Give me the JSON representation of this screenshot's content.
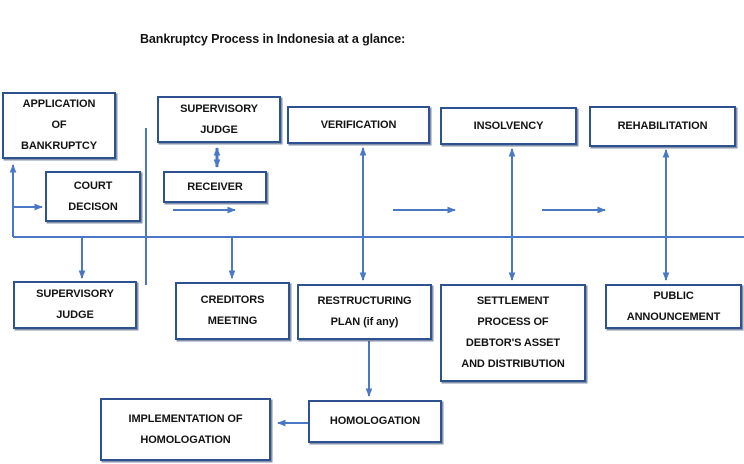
{
  "title": "Bankruptcy Process in Indonesia at a glance:",
  "colors": {
    "box_border": "#2e5190",
    "connector": "#4a78c6",
    "text": "#131313"
  },
  "diagram": {
    "boxes": [
      {
        "id": "application-of-bankruptcy",
        "label": "APPLICATION\nOF\nBANKRUPTCY"
      },
      {
        "id": "supervisory-judge-top",
        "label": "SUPERVISORY\nJUDGE"
      },
      {
        "id": "verification",
        "label": "VERIFICATION"
      },
      {
        "id": "insolvency",
        "label": "INSOLVENCY"
      },
      {
        "id": "rehabilitation",
        "label": "REHABILITATION"
      },
      {
        "id": "court-decison",
        "label": "COURT\nDECISON"
      },
      {
        "id": "receiver",
        "label": "RECEIVER"
      },
      {
        "id": "supervisory-judge-bottom",
        "label": "SUPERVISORY\nJUDGE"
      },
      {
        "id": "creditors-meeting",
        "label": "CREDITORS\nMEETING"
      },
      {
        "id": "restructuring-plan",
        "label": "RESTRUCTURING\nPLAN (if any)"
      },
      {
        "id": "settlement-process",
        "label": "SETTLEMENT\nPROCESS OF\nDEBTOR'S ASSET\nAND DISTRIBUTION"
      },
      {
        "id": "public-announcement",
        "label": "PUBLIC\nANNOUNCEMENT"
      },
      {
        "id": "homologation",
        "label": "HOMOLOGATION"
      },
      {
        "id": "implementation-of-homologation",
        "label": "IMPLEMENTATION OF\nHOMOLOGATION"
      }
    ]
  }
}
